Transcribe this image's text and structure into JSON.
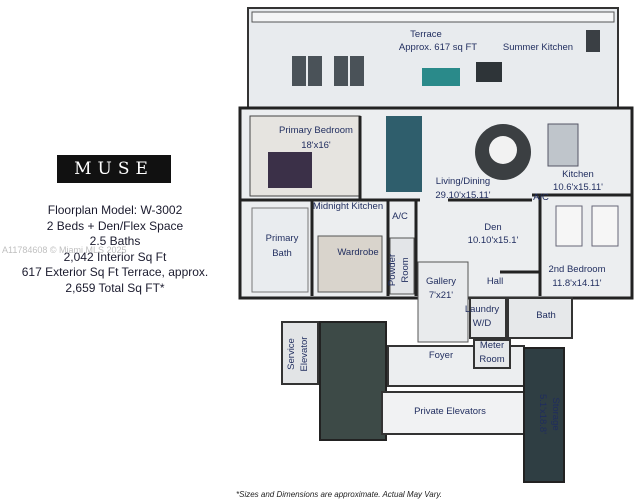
{
  "brand": {
    "logo_text": "MUSE"
  },
  "info": {
    "lines": [
      "Floorplan Model: W-3002",
      "2 Beds + Den/Flex Space",
      "2.5 Baths",
      "2,042 Interior Sq Ft",
      "617 Exterior Sq Ft Terrace, approx.",
      "2,659 Total Sq FT*"
    ]
  },
  "watermark": "A11784608 © Miami MLS 2025",
  "rooms": {
    "terrace": "Terrace",
    "terrace_area": "Approx. 617 sq FT",
    "summer_kitchen": "Summer Kitchen",
    "primary_bedroom": "Primary Bedroom",
    "primary_bedroom_dim": "18'x16'",
    "kitchen": "Kitchen",
    "kitchen_dim": "10.6'x15.11'",
    "living_dining": "Living/Dining",
    "living_dining_dim": "29.10'x15.11'",
    "midnight_kitchen": "Midnight Kitchen",
    "ac_1": "A/C",
    "ac_2": "A/C",
    "primary_bath_1": "Primary",
    "primary_bath_2": "Bath",
    "wardrobe": "Wardrobe",
    "powder_room_1": "Powder",
    "powder_room_2": "Room",
    "den": "Den",
    "den_dim": "10.10'x15.1'",
    "second_bedroom": "2nd Bedroom",
    "second_bedroom_dim": "11.8'x14.11'",
    "gallery": "Gallery",
    "gallery_dim": "7'x21'",
    "hall": "Hall",
    "laundry_1": "Laundry",
    "laundry_2": "W/D",
    "bath": "Bath",
    "meter_1": "Meter",
    "meter_2": "Room",
    "foyer": "Foyer",
    "service_elevator_1": "Service",
    "service_elevator_2": "Elevator",
    "private_elevators": "Private Elevators",
    "storage": "Storage",
    "storage_dim": "5.1'x18.8'"
  },
  "footnote": "*Sizes and Dimensions are approximate. Actual May Vary."
}
